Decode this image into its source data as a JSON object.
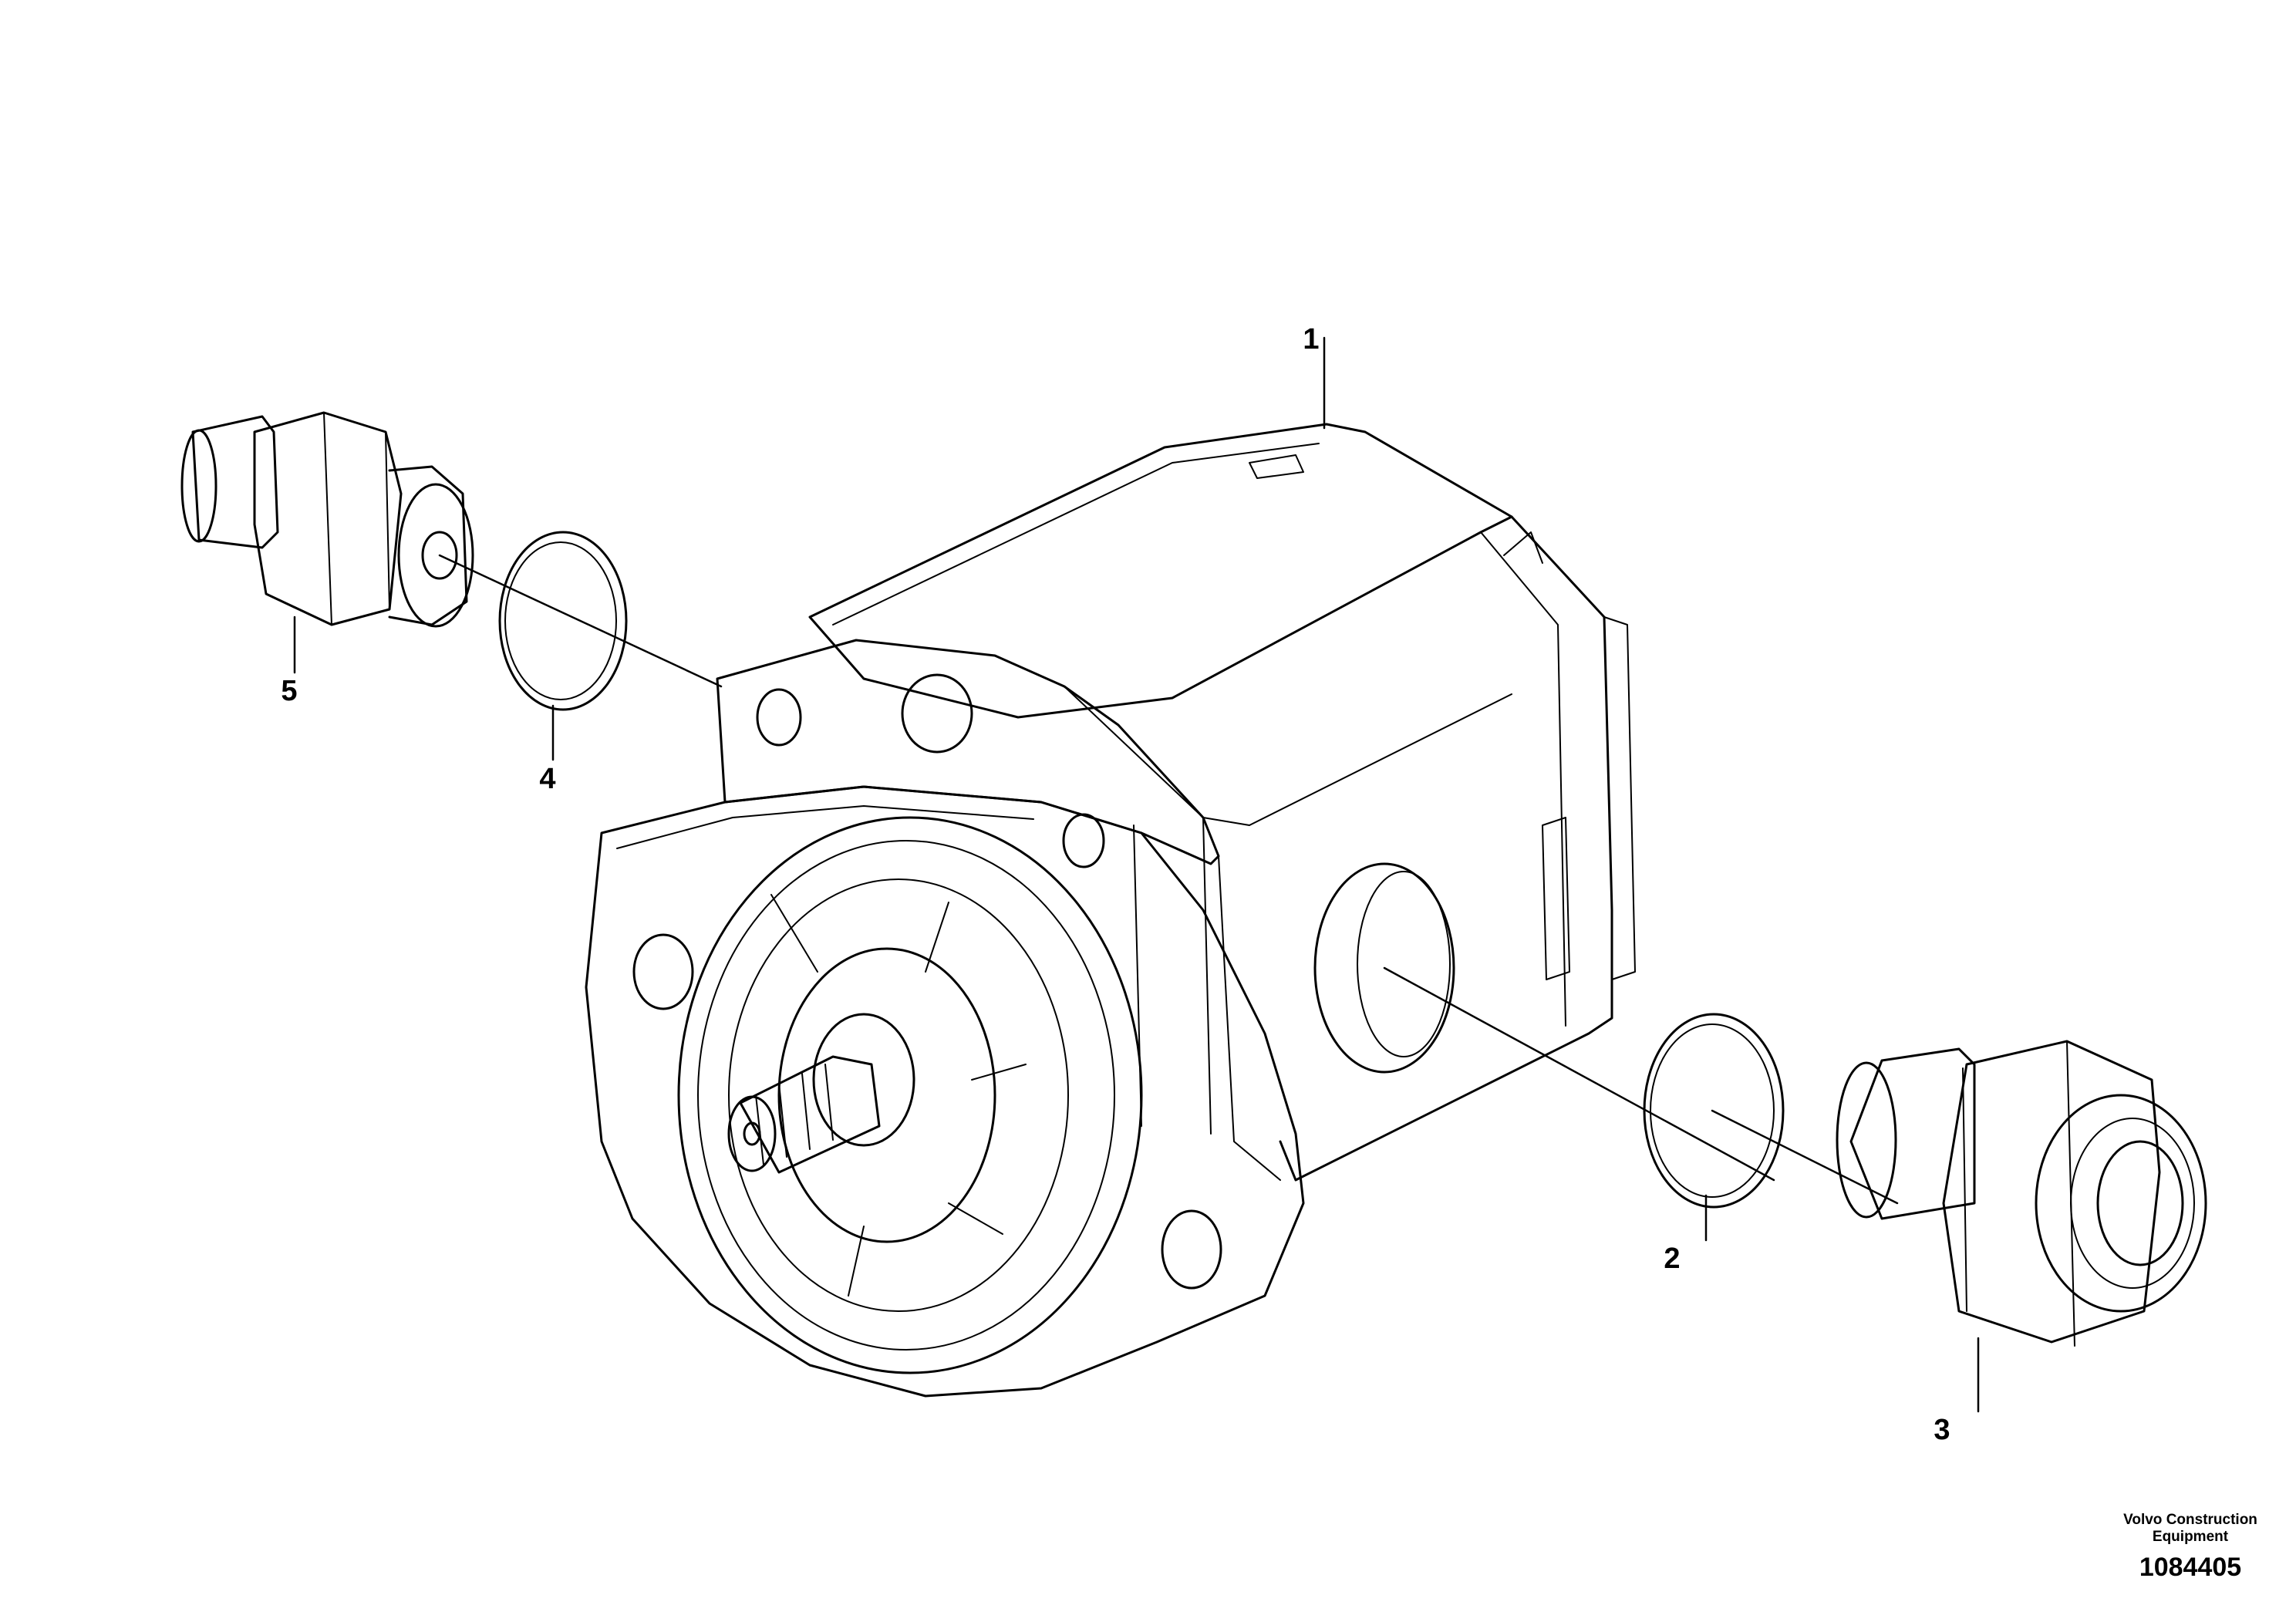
{
  "callouts": [
    {
      "id": "1",
      "label": "1"
    },
    {
      "id": "2",
      "label": "2"
    },
    {
      "id": "3",
      "label": "3"
    },
    {
      "id": "4",
      "label": "4"
    },
    {
      "id": "5",
      "label": "5"
    }
  ],
  "credit": {
    "line1": "Volvo Construction",
    "line2": "Equipment",
    "number": "1084405"
  }
}
